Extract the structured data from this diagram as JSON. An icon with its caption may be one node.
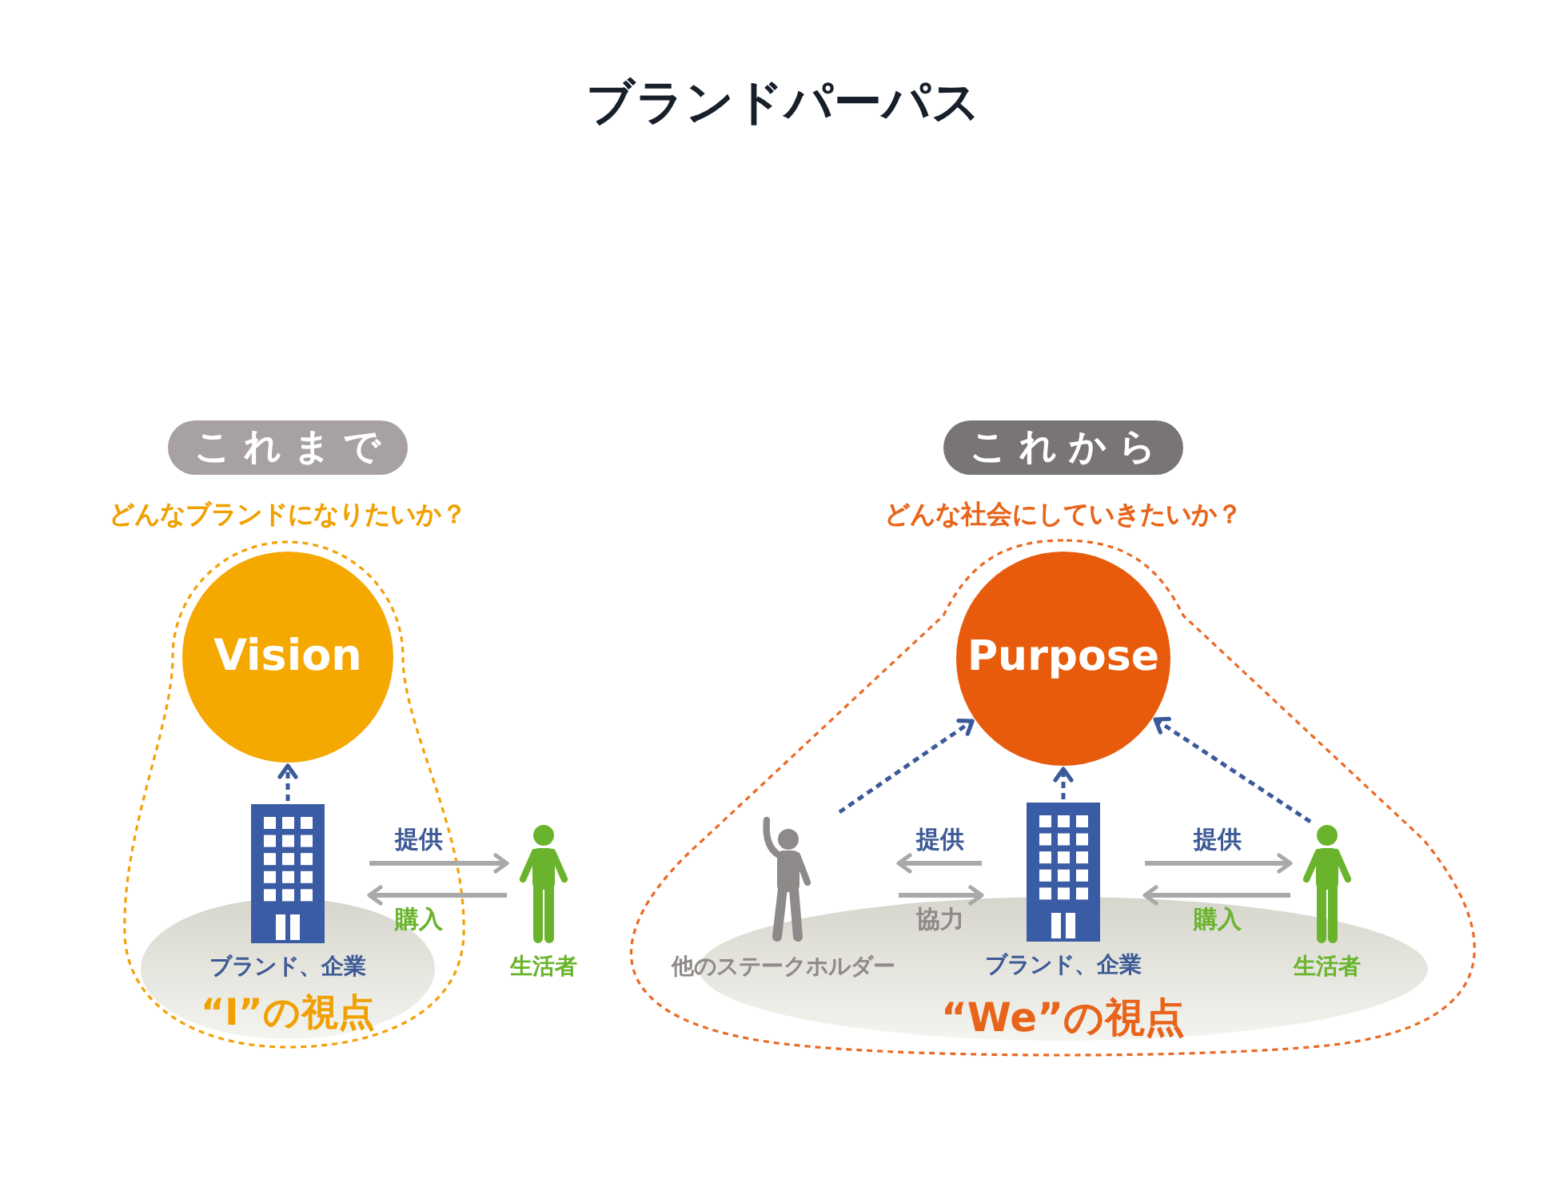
{
  "diagram": {
    "title": "ブランドパーパス",
    "nodes": [
      {
        "text": [
          "これまで"
        ]
      },
      {
        "text": [
          "“I”の視点"
        ]
      },
      {
        "text": [
          "Vision"
        ],
        "in": 1
      },
      {
        "text": [
          "ブランド、企業"
        ],
        "in": 1
      },
      {
        "text": [
          "生活者"
        ]
      },
      {
        "text": [
          "これから"
        ]
      },
      {
        "text": [
          "“We”の視点"
        ]
      },
      {
        "text": [
          "Purpose"
        ],
        "in": 6
      },
      {
        "text": [
          "他のステークホルダー"
        ],
        "in": 6
      },
      {
        "text": [
          "ブランド、企業"
        ],
        "in": 6
      },
      {
        "text": [
          "生活者"
        ],
        "in": 6
      }
    ],
    "edges": [
      {
        "from": 3,
        "to": 2,
        "arrow": "to",
        "style": "dashed",
        "color": "#3b5a9a"
      },
      {
        "from": 3,
        "to": 4,
        "arrow": "to",
        "label": "提供"
      },
      {
        "from": 4,
        "to": 3,
        "arrow": "to",
        "label": "購入"
      },
      {
        "from": 8,
        "to": 7,
        "arrow": "to",
        "style": "dashed",
        "color": "#3b5a9a"
      },
      {
        "from": 9,
        "to": 7,
        "arrow": "to",
        "style": "dashed",
        "color": "#3b5a9a"
      },
      {
        "from": 10,
        "to": 7,
        "arrow": "to",
        "style": "dashed",
        "color": "#3b5a9a"
      },
      {
        "from": 9,
        "to": 8,
        "arrow": "to",
        "label": "提供"
      },
      {
        "from": 8,
        "to": 9,
        "arrow": "to",
        "label": "協力"
      },
      {
        "from": 9,
        "to": 10,
        "arrow": "to",
        "label": "提供"
      },
      {
        "from": 10,
        "to": 9,
        "arrow": "to",
        "label": "購入"
      }
    ],
    "labels": [
      "どんなブランドになりたいか？",
      "どんな社会にしていきたいか？"
    ]
  }
}
